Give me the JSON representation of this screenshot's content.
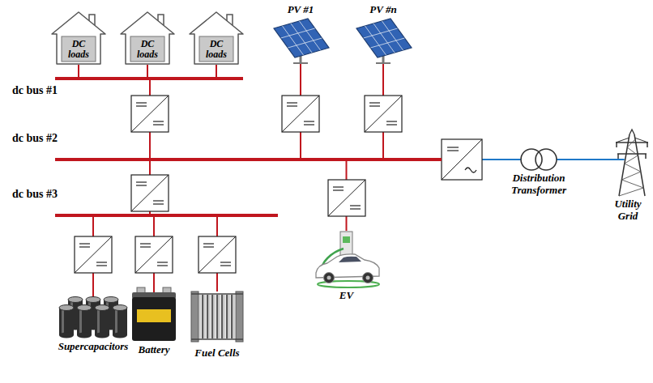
{
  "diagram": {
    "nodes": [
      {
        "text": [
          "DC loads"
        ]
      },
      {
        "text": [
          "DC loads"
        ]
      },
      {
        "text": [
          "DC loads"
        ]
      },
      {
        "text": [
          "PV #1"
        ]
      },
      {
        "text": [
          "PV #n"
        ]
      },
      {
        "text": [
          "dc bus #1"
        ]
      },
      {
        "text": [
          "dc bus #2"
        ]
      },
      {
        "text": [
          "Distribution Transformer"
        ]
      },
      {
        "text": [
          "Utility Grid"
        ]
      },
      {
        "text": [
          "dc bus #3"
        ]
      },
      {
        "text": [
          "EV"
        ]
      },
      {
        "text": [
          "Supercapacitors"
        ]
      },
      {
        "text": [
          "Battery"
        ]
      },
      {
        "text": [
          "Fuel Cells"
        ]
      }
    ],
    "edges": [
      {
        "from": 0,
        "to": 5,
        "arrow": "none"
      },
      {
        "from": 1,
        "to": 5,
        "arrow": "none"
      },
      {
        "from": 2,
        "to": 5,
        "arrow": "none"
      },
      {
        "from": 5,
        "to": 6,
        "arrow": "none"
      },
      {
        "from": 3,
        "to": 6,
        "arrow": "none"
      },
      {
        "from": 4,
        "to": 6,
        "arrow": "none"
      },
      {
        "from": 6,
        "to": 7,
        "arrow": "none"
      },
      {
        "from": 7,
        "to": 8,
        "arrow": "none"
      },
      {
        "from": 6,
        "to": 9,
        "arrow": "none"
      },
      {
        "from": 6,
        "to": 10,
        "arrow": "none"
      },
      {
        "from": 9,
        "to": 11,
        "arrow": "none"
      },
      {
        "from": 9,
        "to": 12,
        "arrow": "none"
      },
      {
        "from": 9,
        "to": 13,
        "arrow": "none"
      }
    ]
  }
}
